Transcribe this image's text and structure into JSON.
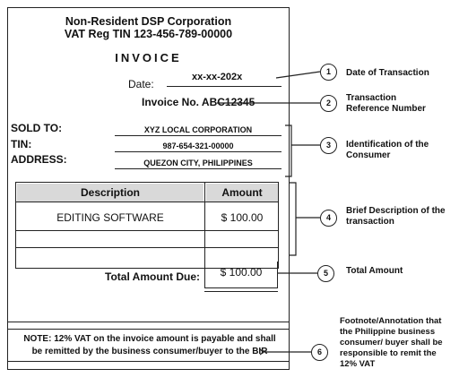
{
  "invoice": {
    "company_name": "Non-Resident DSP Corporation",
    "vat_reg": "VAT Reg TIN 123-456-789-00000",
    "title": "INVOICE",
    "date_label": "Date:",
    "date_value": "xx-xx-202x",
    "invoice_no": "Invoice No. ABC12345",
    "sold_to_label": "SOLD TO:",
    "sold_to_value": "XYZ LOCAL CORPORATION",
    "tin_label": "TIN:",
    "tin_value": "987-654-321-00000",
    "address_label": "ADDRESS:",
    "address_value": "QUEZON CITY, PHILIPPINES",
    "table": {
      "headers": [
        "Description",
        "Amount"
      ],
      "rows": [
        [
          "EDITING SOFTWARE",
          "$ 100.00"
        ]
      ]
    },
    "total_label": "Total Amount Due:",
    "total_value": "$ 100.00",
    "note_line1": "NOTE: 12% VAT on the invoice amount is payable and  shall",
    "note_line2": "be remitted by the business consumer/buyer to the BIR"
  },
  "annotations": [
    {
      "number": "1",
      "text": "Date of Transaction"
    },
    {
      "number": "2",
      "text": "Transaction Reference Number"
    },
    {
      "number": "3",
      "text": "Identification of the Consumer"
    },
    {
      "number": "4",
      "text": "Brief Description of the transaction"
    },
    {
      "number": "5",
      "text": "Total Amount"
    },
    {
      "number": "6",
      "text": "Footnote/Annotation that the Philippine business consumer/ buyer shall be responsible to remit the 12% VAT"
    }
  ]
}
